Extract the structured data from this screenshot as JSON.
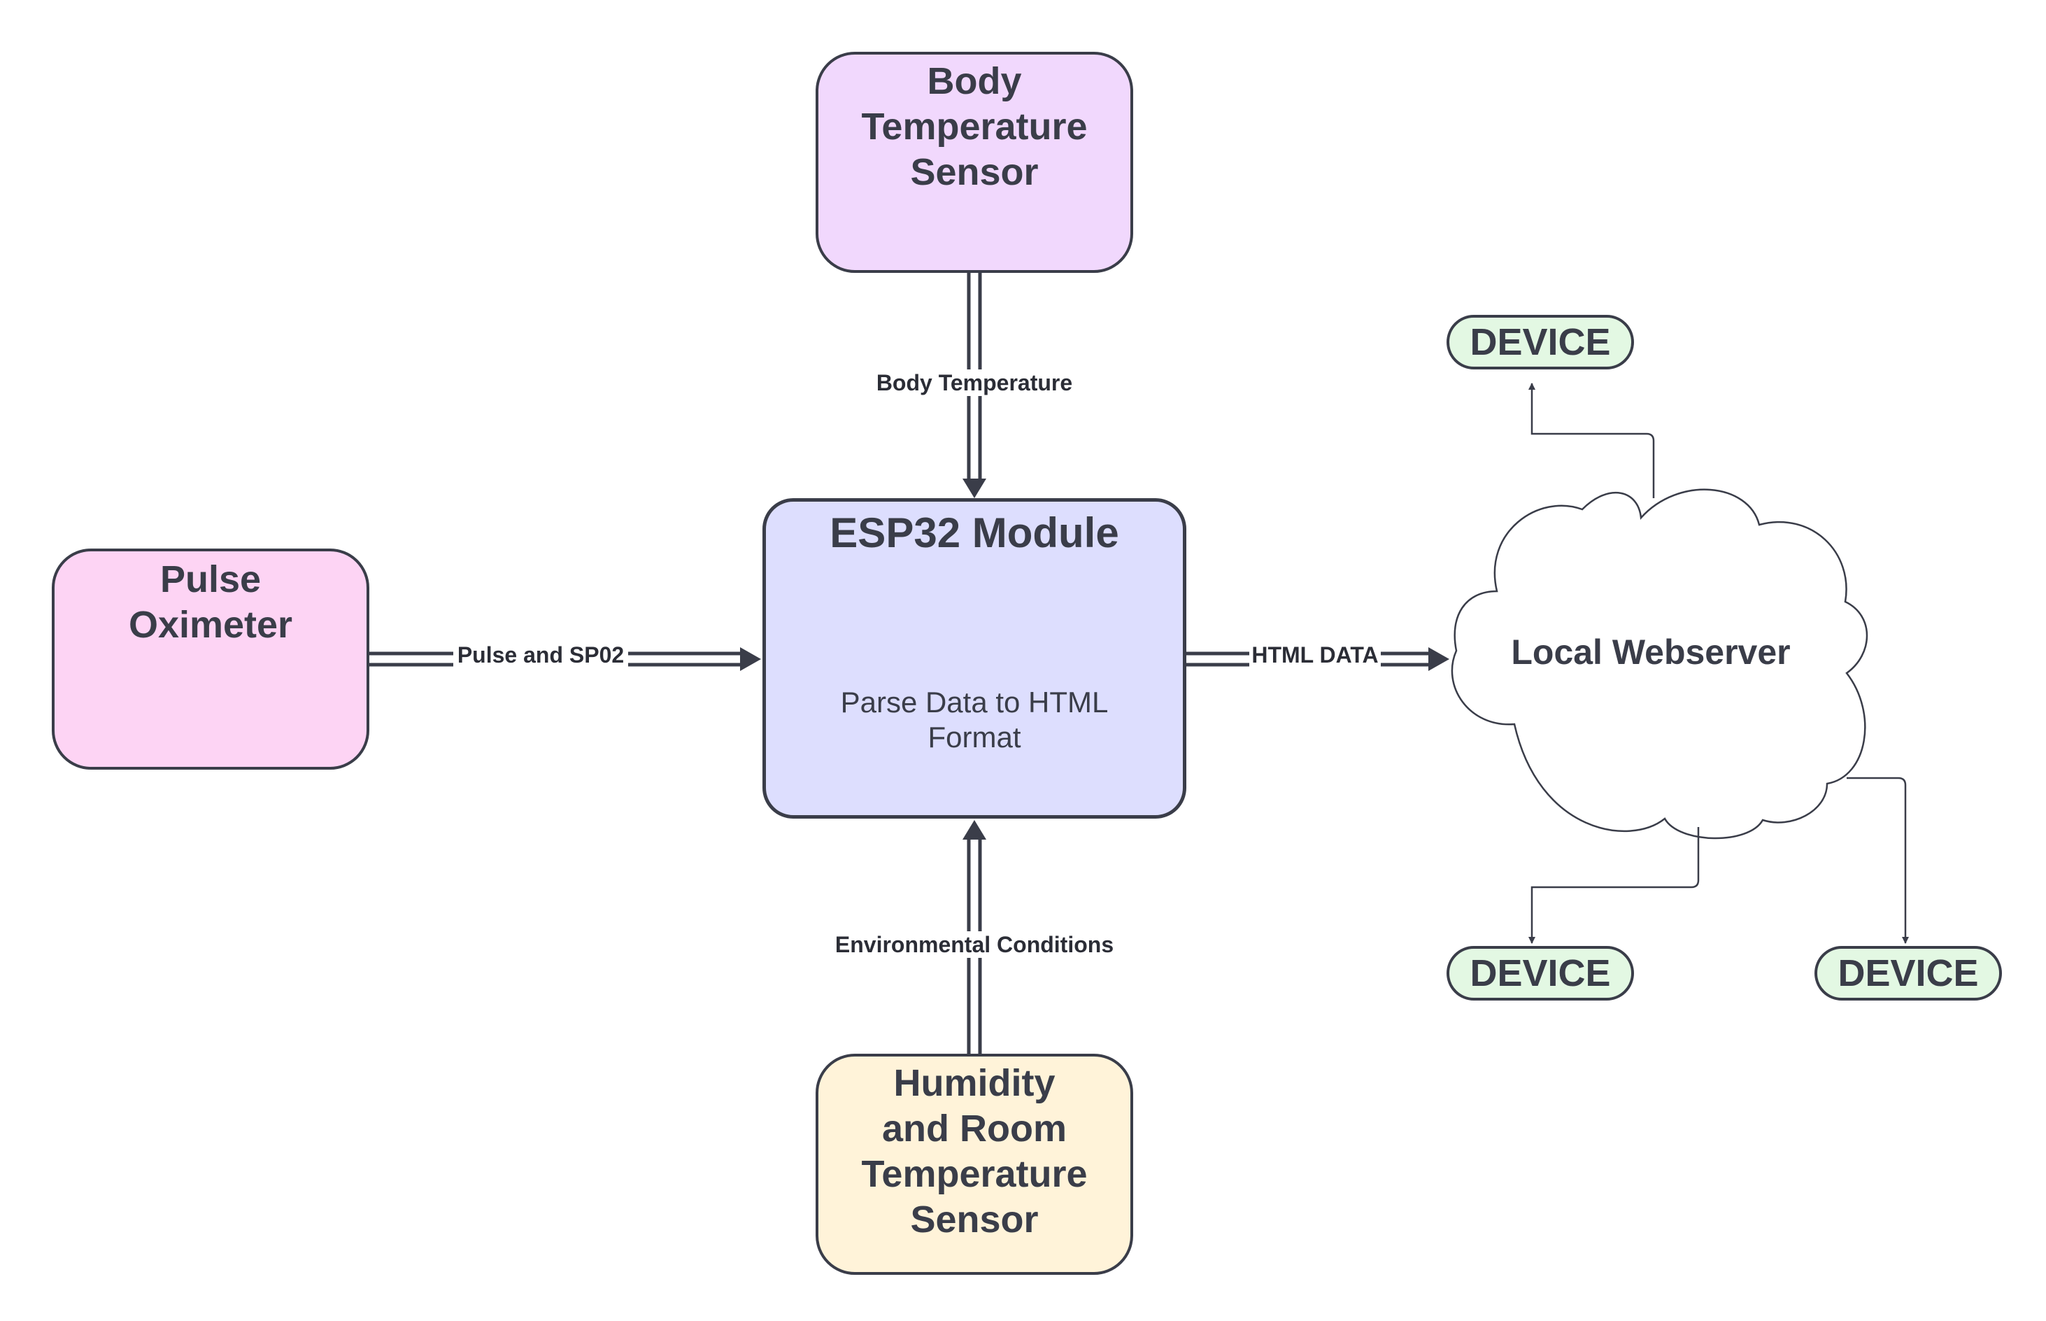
{
  "nodes": {
    "body_sensor": [
      "Body",
      "Temperature",
      "Sensor"
    ],
    "pulse_oximeter": [
      "Pulse",
      "Oximeter"
    ],
    "humidity_sensor": [
      "Humidity",
      "and Room",
      "Temperature",
      "Sensor"
    ],
    "esp32": {
      "title": "ESP32 Module",
      "subtitle": [
        "Parse Data to HTML",
        "Format"
      ]
    },
    "webserver": "Local Webserver",
    "devices": [
      "DEVICE",
      "DEVICE",
      "DEVICE"
    ]
  },
  "edges": {
    "body": "Body Temperature",
    "pulse": "Pulse and SP02",
    "html": "HTML DATA",
    "environment": "Environmental Conditions"
  },
  "colors": {
    "line": "#3a3d49",
    "body_sensor": "#f1d8fd",
    "pulse_oximeter": "#fdd4f4",
    "humidity_sensor": "#fff3d9",
    "esp32": "#dddefe",
    "device": "#e3f8e3",
    "webserver": "#ffffff"
  }
}
